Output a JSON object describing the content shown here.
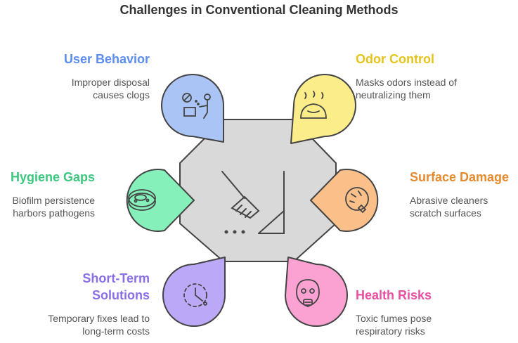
{
  "title": "Challenges in Conventional Cleaning Methods",
  "items": [
    {
      "key": "user",
      "title": "User Behavior",
      "desc": [
        "Improper disposal",
        "causes clogs"
      ],
      "color": "#5b8def",
      "fill": "#a9c4f5",
      "icon": "no-dumping-icon"
    },
    {
      "key": "odor",
      "title": "Odor Control",
      "desc": [
        "Masks odors instead of",
        "neutralizing them"
      ],
      "color": "#e5c41a",
      "fill": "#fbee8a",
      "icon": "smelly-pile-icon"
    },
    {
      "key": "hygiene",
      "title": "Hygiene Gaps",
      "desc": [
        "Biofilm persistence",
        "harbors pathogens"
      ],
      "color": "#3cc77f",
      "fill": "#86f0bb",
      "icon": "petri-dish-icon"
    },
    {
      "key": "surface",
      "title": "Surface Damage",
      "desc": [
        "Abrasive cleaners",
        "scratch surfaces"
      ],
      "color": "#e58a2e",
      "fill": "#fbc08a",
      "icon": "scratched-surface-icon"
    },
    {
      "key": "short",
      "title": "Short-Term Solutions",
      "title_lines": [
        "Short-Term",
        "Solutions"
      ],
      "desc": [
        "Temporary fixes lead to",
        "long-term costs"
      ],
      "color": "#8a6ee8",
      "fill": "#bba9f7",
      "icon": "timer-icon"
    },
    {
      "key": "health",
      "title": "Health Risks",
      "desc": [
        "Toxic fumes pose",
        "respiratory risks"
      ],
      "color": "#e84fa1",
      "fill": "#fba2d3",
      "icon": "gas-mask-icon"
    }
  ],
  "center": {
    "icon": "broom-dustpan-icon",
    "fill": "#d9d9d9"
  }
}
